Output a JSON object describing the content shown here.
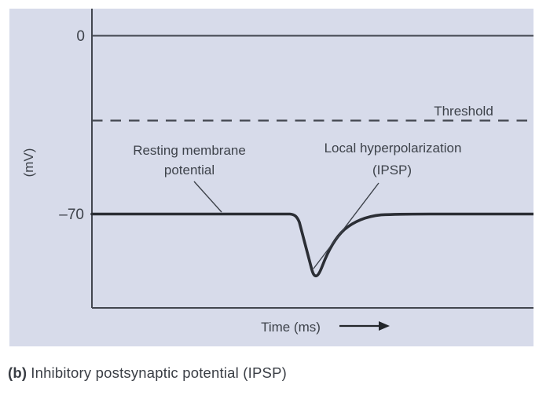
{
  "colors": {
    "panel_background": "#d7dbea",
    "axis_line": "#42464f",
    "curve": "#2b2e35",
    "text": "#3d424a"
  },
  "chart": {
    "y_axis_label": "(mV)",
    "tick_zero": "0",
    "tick_minus_seventy": "–70",
    "threshold_label": "Threshold",
    "resting_label_line1": "Resting membrane",
    "resting_label_line2": "potential",
    "hyperpolarization_label_line1": "Local hyperpolarization",
    "hyperpolarization_label_line2": "(IPSP)",
    "x_axis_label": "Time (ms)"
  },
  "caption": {
    "prefix": "(b)",
    "text": "Inhibitory postsynaptic potential (IPSP)"
  },
  "chart_data": {
    "type": "line",
    "title": "Inhibitory postsynaptic potential (IPSP)",
    "xlabel": "Time (ms)",
    "ylabel": "(mV)",
    "x_axis_ticks": [],
    "yticks": [
      0,
      -70
    ],
    "ylim": [
      -105,
      10
    ],
    "grid": false,
    "reference_lines": [
      {
        "name": "zero",
        "y_mv": 0,
        "style": "solid"
      },
      {
        "name": "threshold",
        "y_mv": -34,
        "style": "dashed",
        "label": "Threshold"
      }
    ],
    "series": [
      {
        "name": "membrane potential",
        "style": "thick solid",
        "points_x_percent_vs_mv": [
          [
            0,
            -70
          ],
          [
            45,
            -70
          ],
          [
            46,
            -72
          ],
          [
            47,
            -79
          ],
          [
            48,
            -87
          ],
          [
            49.5,
            -94
          ],
          [
            50.5,
            -92
          ],
          [
            52,
            -86
          ],
          [
            54.5,
            -80
          ],
          [
            58,
            -75
          ],
          [
            62,
            -72
          ],
          [
            67,
            -70.5
          ],
          [
            73,
            -70
          ],
          [
            100,
            -70
          ]
        ]
      }
    ],
    "annotations": [
      {
        "label": "Resting membrane potential",
        "points_to_mv": -70
      },
      {
        "label": "Local hyperpolarization (IPSP)",
        "points_to_mv": -94
      },
      {
        "label": "Threshold",
        "at_mv": -34
      }
    ]
  }
}
